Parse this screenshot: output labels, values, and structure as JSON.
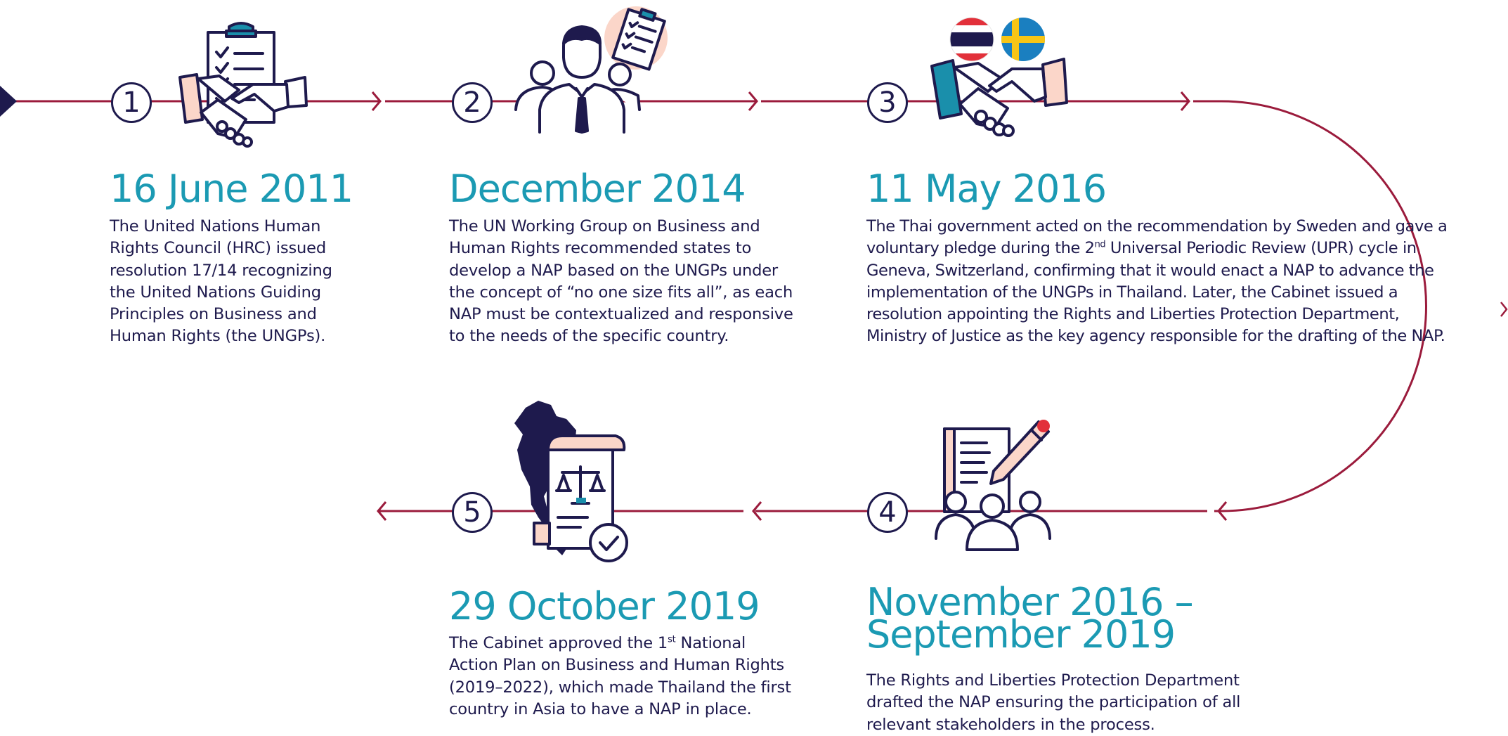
{
  "colors": {
    "line": "#9b1b3c",
    "navy": "#1e1a4d",
    "date": "#1b9ab3",
    "teal": "#1a8fab",
    "peach": "#fbd6c9"
  },
  "steps": [
    {
      "number": "1",
      "date": "16 June 2011",
      "icon": "clipboard-handshake-icon",
      "text_lines": [
        "The United Nations Human",
        "Rights Council (HRC) issued",
        "resolution 17/14 recognizing",
        "the United Nations Guiding",
        "Principles on Business and",
        "Human Rights (the UNGPs)."
      ]
    },
    {
      "number": "2",
      "date": "December 2014",
      "icon": "working-group-icon",
      "text_lines": [
        "The UN Working Group on Business and",
        "Human Rights recommended states to",
        "develop a NAP based on the UNGPs under",
        "the concept of “no one size fits all”, as each",
        "NAP must be contextualized and responsive",
        "to the needs of the specific country."
      ]
    },
    {
      "number": "3",
      "date": "11 May 2016",
      "icon": "thai-swedish-handshake-icon",
      "text_lines": [
        "The Thai government acted on the recommendation by Sweden and gave a",
        "voluntary pledge during the 2",
        "nd",
        " Universal Periodic Review (UPR) cycle in",
        "Geneva, Switzerland, confirming that it would enact a NAP to advance the",
        "implementation of the UNGPs in Thailand. Later, the Cabinet issued a",
        "resolution appointing the Rights and Liberties Protection Department,",
        "Ministry of Justice as the key agency responsible for the drafting of the NAP."
      ]
    },
    {
      "number": "4",
      "date_lines": [
        "November 2016 –",
        "September 2019"
      ],
      "icon": "drafting-stakeholders-icon",
      "text_lines": [
        "The Rights and Liberties Protection Department",
        "drafted the NAP ensuring the participation of all",
        "relevant stakeholders in the process."
      ]
    },
    {
      "number": "5",
      "date": "29 October 2019",
      "icon": "thailand-map-scales-icon",
      "text_lines": [
        "The Cabinet approved the 1",
        "st",
        " National",
        "Action Plan on Business and Human Rights",
        "(2019–2022), which made Thailand the first",
        "country in Asia to have a NAP in place."
      ]
    }
  ]
}
